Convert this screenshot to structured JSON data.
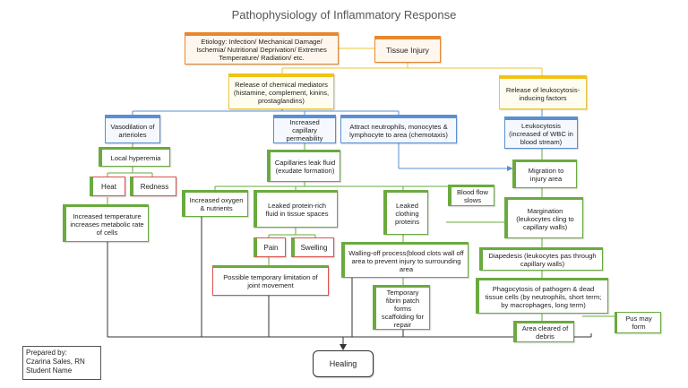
{
  "title": "Pathophysiology of Inflammatory Response",
  "nodes": {
    "etiology": "Etiology: Infection/ Mechanical Damage/ Ischemia/ Nutritional Deprivation/ Extremes Temperature/ Radiation/ etc.",
    "tissue_injury": "Tissue Injury",
    "chem_mediators": "Release of chemical mediators (histamine, complement, kinins, prostaglandins)",
    "leukocytosis_factors": "Release of leukocytosis-inducing factors",
    "vasodilation": "Vasodilation of arterioles",
    "cap_perm": "Increased capillary permeability",
    "attract": "Attract neutrophils, monocytes & lymphocyte to area (chemotaxis)",
    "leukocytosis": "Leukocytosis (increased of WBC in blood stream)",
    "local_hyperemia": "Local hyperemia",
    "cap_leak": "Capillaries leak fluid (exudate formation)",
    "migration": "Migration to injury area",
    "heat": "Heat",
    "redness": "Redness",
    "blood_flow": "Blood flow slows",
    "incr_temp": "Increased temperature increases metabolic rate of cells",
    "incr_oxygen": "Increased oxygen & nutrients",
    "leaked_protein": "Leaked protein-rich fluid in tissue spaces",
    "leaked_clotting": "Leaked clothing proteins",
    "margination": "Margination (leukocytes cling to capillary walls)",
    "pain": "Pain",
    "swelling": "Swelling",
    "walling_off": "Walling-off process(blood clots wall off area to prevent injury to surrounding area",
    "diapedesis": "Diapedesis (leukocytes pas through capillary walls)",
    "limitation": "Possible temporary limitation of joint movement",
    "fibrin": "Temporary fibrin patch forms scaffolding for repair",
    "phagocytosis": "Phagocytosis of pathogen & dead tissue cells (by neutrophils, short term; by macrophages, long term)",
    "pus": "Pus may form",
    "area_cleared": "Area cleared of debris",
    "healing": "Healing"
  },
  "credit": {
    "line1": "Prepared by:",
    "line2": "Czarina Sales, RN",
    "line3": "Student Name"
  },
  "colors": {
    "orange": "#e8872e",
    "yellow": "#f2c214",
    "blue": "#5b8fd1",
    "green": "#6aaa3e",
    "red": "#d9534f",
    "connector": "#e8c53a",
    "connector_dark": "#333333"
  }
}
